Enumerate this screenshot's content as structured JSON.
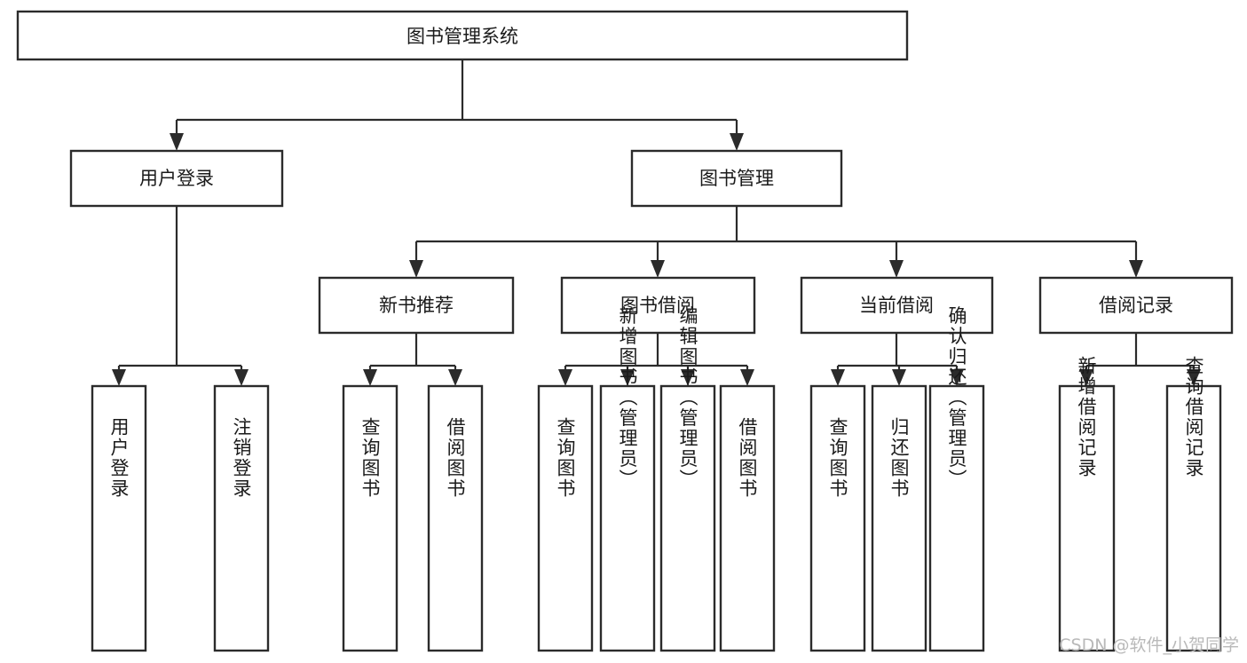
{
  "diagram": {
    "type": "tree-structure-chart",
    "title": "图书管理系统",
    "orientation": "top-down",
    "levels": 4,
    "root": {
      "id": "root",
      "label": "图书管理系统",
      "orientation": "horizontal"
    },
    "level2": [
      {
        "id": "user-login",
        "label": "用户登录",
        "orientation": "horizontal"
      },
      {
        "id": "book-management",
        "label": "图书管理",
        "orientation": "horizontal"
      }
    ],
    "level3": [
      {
        "id": "new-book-recommend",
        "label": "新书推荐",
        "orientation": "horizontal",
        "parent": "book-management"
      },
      {
        "id": "book-borrow",
        "label": "图书借阅",
        "orientation": "horizontal",
        "parent": "book-management"
      },
      {
        "id": "current-borrow",
        "label": "当前借阅",
        "orientation": "horizontal",
        "parent": "book-management"
      },
      {
        "id": "borrow-record",
        "label": "借阅记录",
        "orientation": "horizontal",
        "parent": "book-management"
      }
    ],
    "leaves": [
      {
        "id": "leaf-user-login",
        "label": "用户登录",
        "orientation": "vertical",
        "parent": "user-login"
      },
      {
        "id": "leaf-user-logout",
        "label": "注销登录",
        "orientation": "vertical",
        "parent": "user-login"
      },
      {
        "id": "leaf-query-book-1",
        "label": "查询图书",
        "orientation": "vertical",
        "parent": "new-book-recommend"
      },
      {
        "id": "leaf-borrow-book-1",
        "label": "借阅图书",
        "orientation": "vertical",
        "parent": "new-book-recommend"
      },
      {
        "id": "leaf-query-book-2",
        "label": "查询图书",
        "orientation": "vertical",
        "parent": "book-borrow"
      },
      {
        "id": "leaf-add-book",
        "label": "新增图书（管理员）",
        "orientation": "vertical",
        "parent": "book-borrow"
      },
      {
        "id": "leaf-edit-book",
        "label": "编辑图书（管理员）",
        "orientation": "vertical",
        "parent": "book-borrow"
      },
      {
        "id": "leaf-borrow-book-2",
        "label": "借阅图书",
        "orientation": "vertical",
        "parent": "book-borrow"
      },
      {
        "id": "leaf-query-book-3",
        "label": "查询图书",
        "orientation": "vertical",
        "parent": "current-borrow"
      },
      {
        "id": "leaf-return-book",
        "label": "归还图书",
        "orientation": "vertical",
        "parent": "current-borrow"
      },
      {
        "id": "leaf-confirm-return",
        "label": "确认归还（管理员）",
        "orientation": "vertical",
        "parent": "current-borrow"
      },
      {
        "id": "leaf-add-record",
        "label": "新增借阅记录",
        "orientation": "vertical",
        "parent": "borrow-record"
      },
      {
        "id": "leaf-query-record",
        "label": "查询借阅记录",
        "orientation": "vertical",
        "parent": "borrow-record"
      }
    ]
  },
  "watermark": {
    "text": "CSDN @软件_小贺同学"
  },
  "colors": {
    "background": "#ffffff",
    "box_stroke": "#2b2b2b",
    "box_fill": "#ffffff",
    "text": "#1a1a1a",
    "connector": "#2b2b2b",
    "watermark": "#b9b9b9"
  }
}
